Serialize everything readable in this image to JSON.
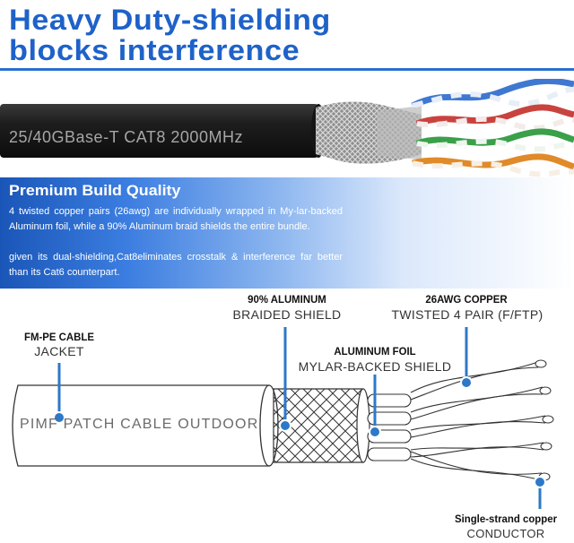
{
  "heading": {
    "line1": "Heavy Duty-shielding",
    "line2": "blocks  interference"
  },
  "photo": {
    "cable_print": "25/40GBase-T  CAT8  2000MHz",
    "pair_colors": [
      "#3f78d0",
      "#c9433e",
      "#3aa04a",
      "#e08a2a"
    ],
    "jacket_color": "#1d1d1d"
  },
  "quality": {
    "title": "Premium Build Quality",
    "paragraph1": "4 twisted copper pairs (26awg) are individually wrapped in My-lar-backed Aluminum foil, while a 90% Aluminum braid shields the entire bundle.",
    "paragraph2": "given its dual-shielding,Cat8eliminates crosstalk & interference far better than its Cat6 counterpart."
  },
  "diagram": {
    "braid_title": "90% ALUMINUM",
    "braid_sub": "BRAIDED SHIELD",
    "copper_title": "26AWG COPPER",
    "copper_sub": "TWISTED 4 PAIR (F/FTP)",
    "jacket_title": "FM-PE CABLE",
    "jacket_sub": "JACKET",
    "foil_title": "ALUMINUM FOIL",
    "foil_sub": "MYLAR-BACKED SHIELD",
    "cable_text": "PIMF  PATCH  CABLE  OUTDOOR",
    "conductor_title": "Single-strand copper",
    "conductor_sub": "CONDUCTOR",
    "accent_color": "#2d78c8"
  }
}
